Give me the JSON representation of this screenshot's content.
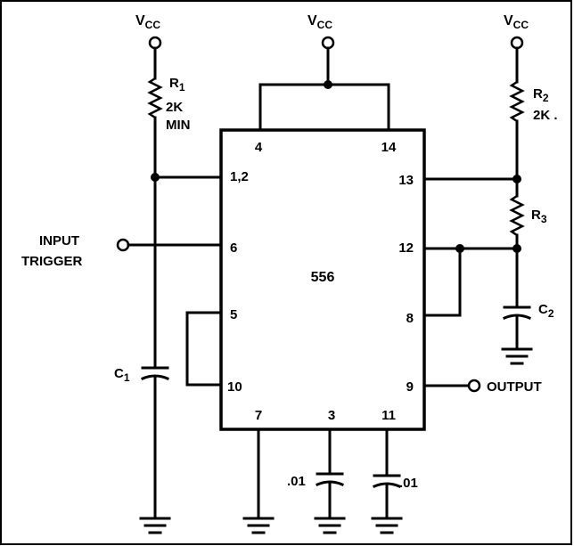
{
  "vcc": {
    "main": "V",
    "sub": "CC"
  },
  "chip": {
    "label": "556"
  },
  "pins": {
    "p4": "4",
    "p14": "14",
    "p12a": "1,2",
    "p13": "13",
    "p6": "6",
    "p12": "12",
    "p5": "5",
    "p8": "8",
    "p10": "10",
    "p9": "9",
    "p7": "7",
    "p3": "3",
    "p11": "11"
  },
  "components": {
    "r1": {
      "name": "R",
      "sub": "1",
      "val1": "2K",
      "val2": "MIN"
    },
    "r2": {
      "name": "R",
      "sub": "2",
      "val": "2K ."
    },
    "r3": {
      "name": "R",
      "sub": "3"
    },
    "c1": {
      "name": "C",
      "sub": "1"
    },
    "c2": {
      "name": "C",
      "sub": "2"
    },
    "cap3": ".01",
    "cap11": ".01"
  },
  "signals": {
    "input_line1": "INPUT",
    "input_line2": "TRIGGER",
    "output": "OUTPUT"
  }
}
